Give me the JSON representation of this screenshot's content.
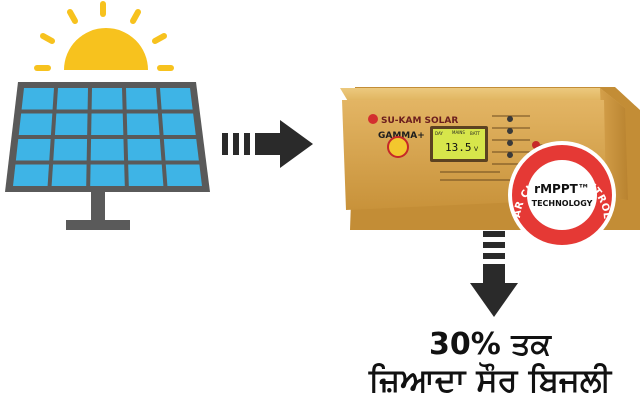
{
  "inverter": {
    "brand": "SU-KAM SOLAR",
    "model": "GAMMA+",
    "lcd_reading": "13.5",
    "lcd_unit": "V",
    "lcd_label_left": "DAY",
    "lcd_label_mid": "MAINS",
    "lcd_label_right": "BATT"
  },
  "badge": {
    "ring_text": "SOLAR CHARGE CONTROLLER",
    "line1": "rMPPT™",
    "line2": "TECHNOLOGY"
  },
  "caption": {
    "line1": "30% ਤਕ",
    "line2": "ਜ਼ਿਆਦਾ ਸੌਰ ਬਿਜਲੀ"
  },
  "colors": {
    "sun": "#F7C21E",
    "panel_cell": "#3EB4E6",
    "panel_frame": "#5A5A5A",
    "inverter_body": "#D9A94E",
    "arrow": "#2A2A2A",
    "badge_ring": "#E53935"
  }
}
